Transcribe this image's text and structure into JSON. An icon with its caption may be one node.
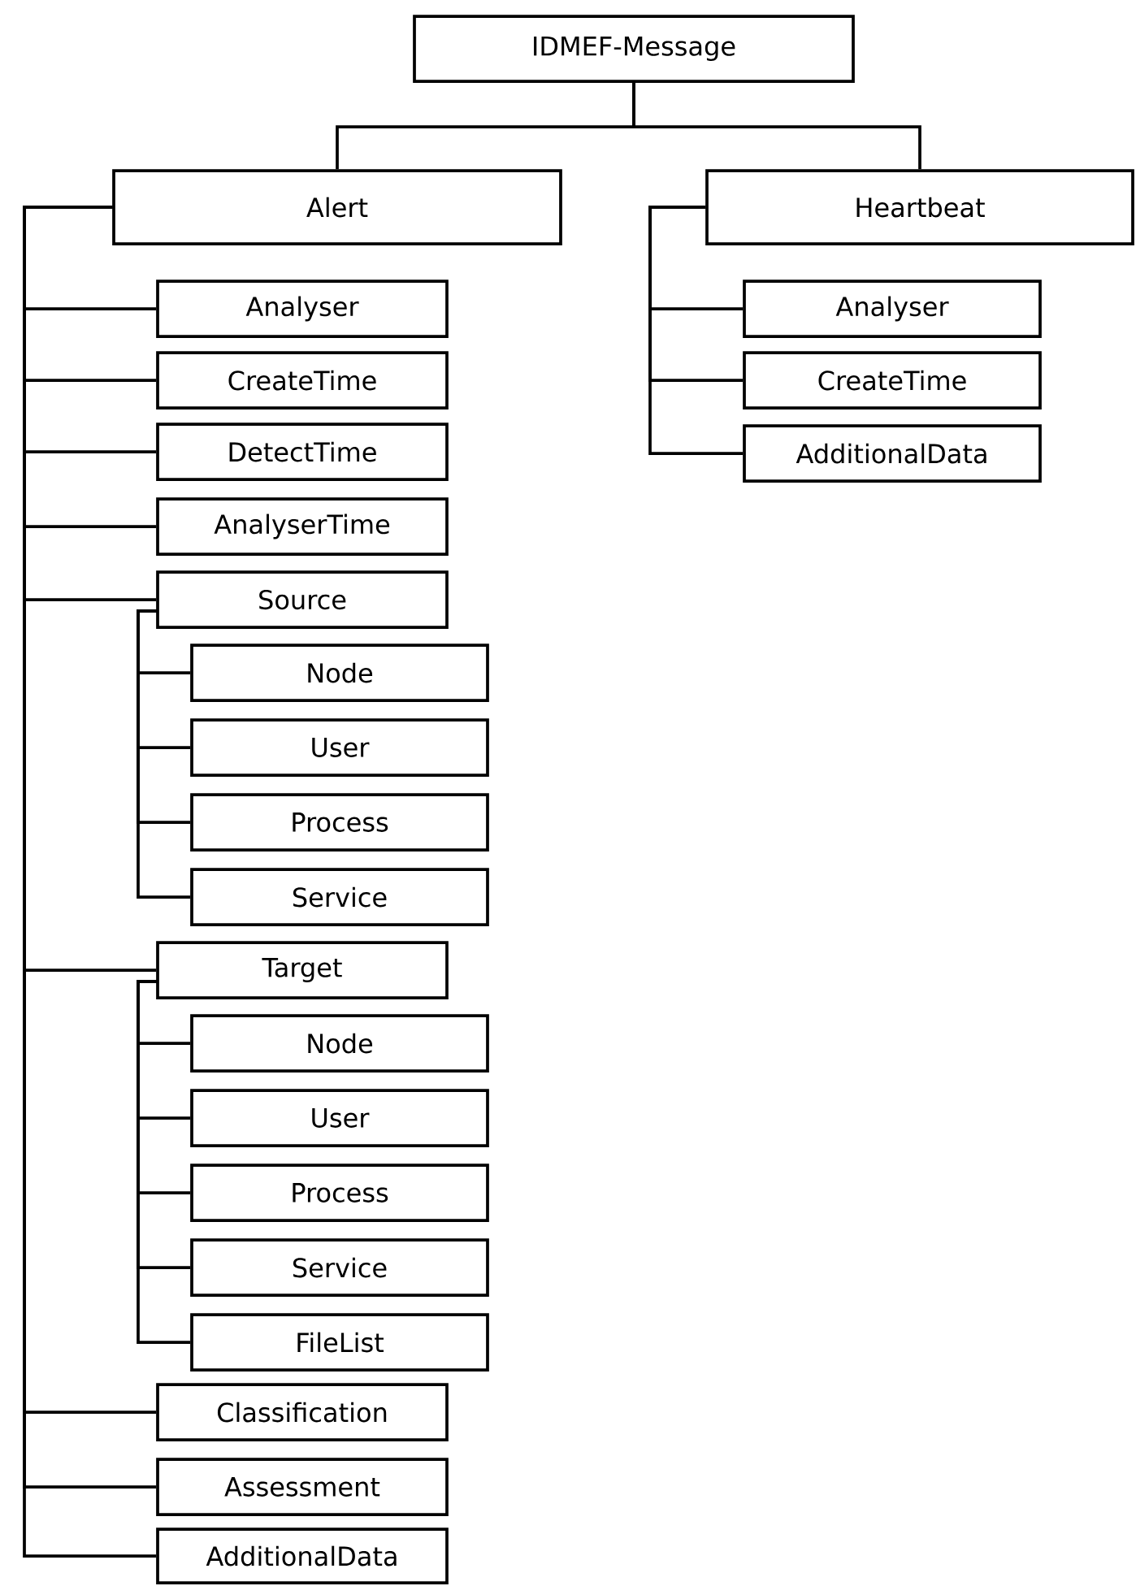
{
  "diagram": {
    "nodes": [
      {
        "text": [
          "IDMEF-Message"
        ]
      },
      {
        "text": [
          "Alert"
        ]
      },
      {
        "text": [
          "Heartbeat"
        ]
      },
      {
        "text": [
          "Analyser"
        ]
      },
      {
        "text": [
          "CreateTime"
        ]
      },
      {
        "text": [
          "DetectTime"
        ]
      },
      {
        "text": [
          "AnalyserTime"
        ]
      },
      {
        "text": [
          "Source"
        ]
      },
      {
        "text": [
          "Node"
        ]
      },
      {
        "text": [
          "User"
        ]
      },
      {
        "text": [
          "Process"
        ]
      },
      {
        "text": [
          "Service"
        ]
      },
      {
        "text": [
          "Target"
        ]
      },
      {
        "text": [
          "Node"
        ]
      },
      {
        "text": [
          "User"
        ]
      },
      {
        "text": [
          "Process"
        ]
      },
      {
        "text": [
          "Service"
        ]
      },
      {
        "text": [
          "FileList"
        ]
      },
      {
        "text": [
          "Classification"
        ]
      },
      {
        "text": [
          "Assessment"
        ]
      },
      {
        "text": [
          "AdditionalData"
        ]
      },
      {
        "text": [
          "Analyser"
        ]
      },
      {
        "text": [
          "CreateTime"
        ]
      },
      {
        "text": [
          "AdditionalData"
        ]
      }
    ],
    "edges": [
      {
        "from": 0,
        "to": 1,
        "arrow": "none"
      },
      {
        "from": 0,
        "to": 2,
        "arrow": "none"
      },
      {
        "from": 1,
        "to": 3,
        "arrow": "none"
      },
      {
        "from": 1,
        "to": 4,
        "arrow": "none"
      },
      {
        "from": 1,
        "to": 5,
        "arrow": "none"
      },
      {
        "from": 1,
        "to": 6,
        "arrow": "none"
      },
      {
        "from": 1,
        "to": 7,
        "arrow": "none"
      },
      {
        "from": 7,
        "to": 8,
        "arrow": "none"
      },
      {
        "from": 7,
        "to": 9,
        "arrow": "none"
      },
      {
        "from": 7,
        "to": 10,
        "arrow": "none"
      },
      {
        "from": 7,
        "to": 11,
        "arrow": "none"
      },
      {
        "from": 1,
        "to": 12,
        "arrow": "none"
      },
      {
        "from": 12,
        "to": 13,
        "arrow": "none"
      },
      {
        "from": 12,
        "to": 14,
        "arrow": "none"
      },
      {
        "from": 12,
        "to": 15,
        "arrow": "none"
      },
      {
        "from": 12,
        "to": 16,
        "arrow": "none"
      },
      {
        "from": 12,
        "to": 17,
        "arrow": "none"
      },
      {
        "from": 1,
        "to": 18,
        "arrow": "none"
      },
      {
        "from": 1,
        "to": 19,
        "arrow": "none"
      },
      {
        "from": 1,
        "to": 20,
        "arrow": "none"
      },
      {
        "from": 2,
        "to": 21,
        "arrow": "none"
      },
      {
        "from": 2,
        "to": 22,
        "arrow": "none"
      },
      {
        "from": 2,
        "to": 23,
        "arrow": "none"
      }
    ]
  }
}
